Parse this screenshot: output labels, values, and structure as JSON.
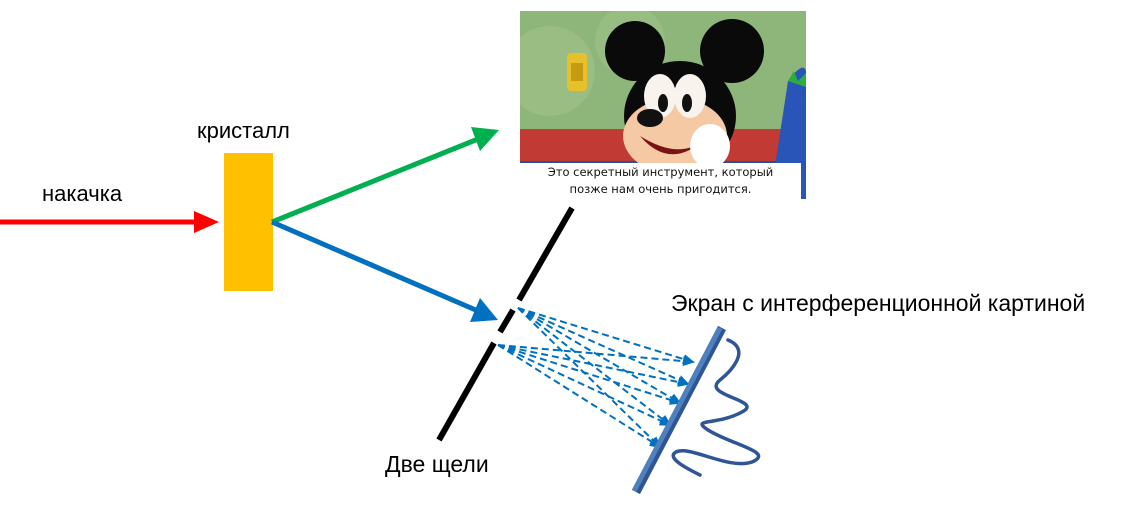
{
  "labels": {
    "pump": "накачка",
    "crystal": "кристалл",
    "screen": "Экран с интерференционной картиной",
    "slits": "Две щели"
  },
  "caption": {
    "line1": "Это секретный инструмент, который",
    "line2": "позже нам очень пригодится."
  },
  "colors": {
    "pump_beam": "#ff0000",
    "crystal": "#ffc000",
    "signal_beam": "#00b050",
    "idler_beam": "#0070c0",
    "slit_plate": "#000000",
    "screen": "#4472c4",
    "pattern": "#2f5597"
  },
  "icons": [
    "cartoon-character-image"
  ]
}
